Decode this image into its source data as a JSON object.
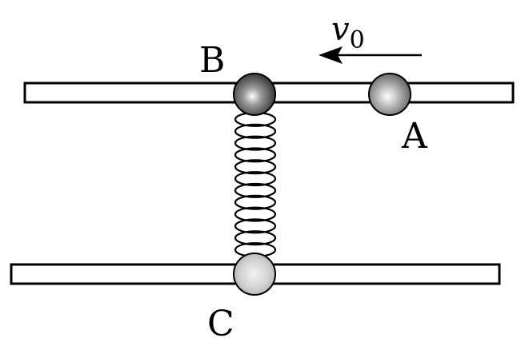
{
  "labels": {
    "velocity_symbol": "v",
    "velocity_subscript": "0",
    "ball_a": "A",
    "ball_b": "B",
    "ball_c": "C"
  },
  "colors": {
    "stroke": "#000000",
    "rod_fill": "#ffffff",
    "ball_b_dark": "#2a2a2a",
    "ball_a_mid": "#8a8a8a",
    "ball_c_light": "#cfcfcf"
  }
}
